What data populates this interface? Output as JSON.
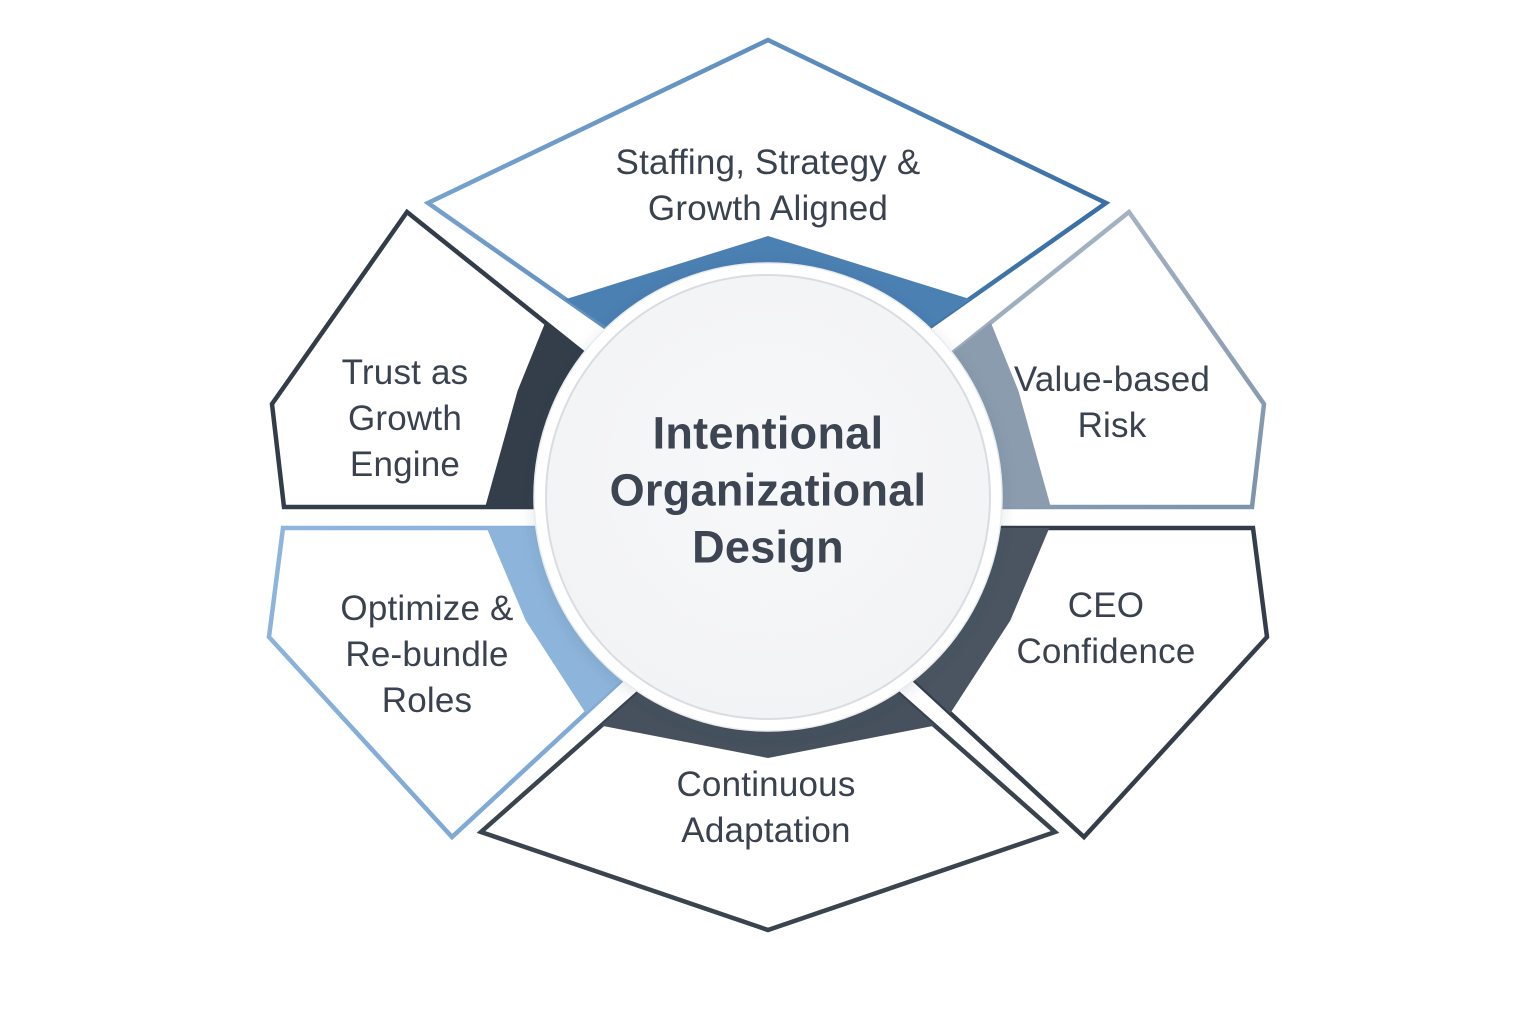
{
  "figure": {
    "type": "cycle-diagram",
    "background": "#ffffff",
    "petal_fill": "#ffffff",
    "label_text_color": "#39424e",
    "center": {
      "label": "Intentional Organizational Design",
      "lines": [
        "Intentional",
        "Organizational",
        "Design"
      ],
      "fill_light": "#f7f8f9",
      "fill": "#f1f2f4",
      "ring_color": "#d9dde1",
      "rim_color": "#ffffff",
      "text_color": "#3c4551"
    },
    "segments": [
      {
        "id": "top",
        "label": "Staffing, Strategy & Growth Aligned",
        "lines": [
          "Staffing, Strategy &",
          "Growth Aligned"
        ],
        "band_color": "#4b80b2",
        "outline_from": "#7fa9d4",
        "outline_to": "#3a70a6"
      },
      {
        "id": "upper-right",
        "label": "Value-based Risk",
        "lines": [
          "Value-based",
          "Risk"
        ],
        "band_color": "#8b9cae",
        "outline_from": "#b0bdca",
        "outline_to": "#7e94ab"
      },
      {
        "id": "lower-right",
        "label": "CEO Confidence",
        "lines": [
          "CEO",
          "Confidence"
        ],
        "band_color": "#4a5561",
        "outline_from": "#333e4a",
        "outline_to": "#333e4a"
      },
      {
        "id": "bottom",
        "label": "Continuous Adaptation",
        "lines": [
          "Continuous",
          "Adaptation"
        ],
        "band_color": "#46515d",
        "outline_from": "#39444f",
        "outline_to": "#39444f"
      },
      {
        "id": "lower-left",
        "label": "Optimize & Re-bundle Roles",
        "lines": [
          "Optimize &",
          "Re-bundle",
          "Roles"
        ],
        "band_color": "#8db4da",
        "outline_from": "#8fb6dd",
        "outline_to": "#78a4d1"
      },
      {
        "id": "upper-left",
        "label": "Trust as Growth Engine",
        "lines": [
          "Trust as",
          "Growth",
          "Engine"
        ],
        "band_color": "#333e4a",
        "outline_from": "#333d49",
        "outline_to": "#333d49"
      }
    ]
  }
}
